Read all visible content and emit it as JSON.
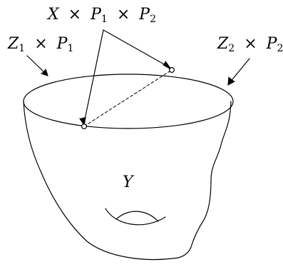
{
  "labels": {
    "top": {
      "a": "X",
      "op1": "×",
      "b": "P",
      "b_sub": "1",
      "op2": "×",
      "c": "P",
      "c_sub": "2"
    },
    "left": {
      "a": "Z",
      "a_sub": "1",
      "op": "×",
      "b": "P",
      "b_sub": "1"
    },
    "right": {
      "a": "Z",
      "a_sub": "2",
      "op": "×",
      "b": "P",
      "b_sub": "2"
    },
    "center": {
      "a": "Y"
    }
  }
}
